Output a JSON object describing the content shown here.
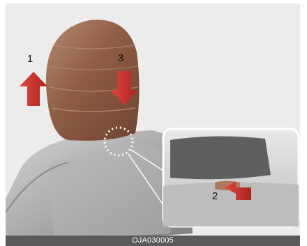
{
  "figure": {
    "callouts": {
      "up": "1",
      "button": "2",
      "down": "3"
    },
    "caption": "OJA030005",
    "colors": {
      "headrest": "#8a5a43",
      "arrow": "#c8312a",
      "seat": "#9a9a9a",
      "background": "#ececec",
      "caption_bar": "#5a5a5a",
      "release_button": "#b07a5a"
    },
    "icons": [
      "arrow-up-icon",
      "arrow-down-icon",
      "arrow-push-icon",
      "dotted-circle-icon"
    ]
  }
}
